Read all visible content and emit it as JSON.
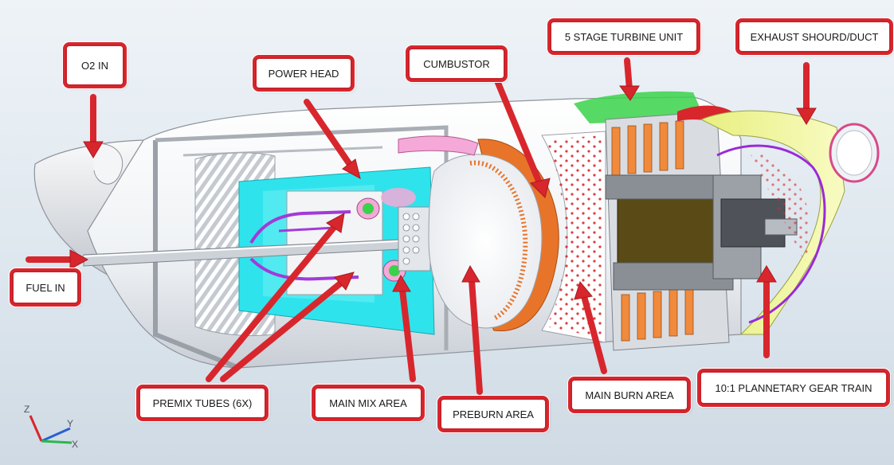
{
  "labels": {
    "o2_in": "O2 IN",
    "power_head": "POWER HEAD",
    "cumbustor": "CUMBUSTOR",
    "turbine_unit": "5 STAGE TURBINE UNIT",
    "exhaust": "EXHAUST SHOURD/DUCT",
    "fuel_in": "FUEL IN",
    "premix_tubes": "PREMIX TUBES (6X)",
    "main_mix": "MAIN MIX AREA",
    "preburn": "PREBURN AREA",
    "main_burn": "MAIN BURN AREA",
    "gear_train": "10:1 PLANNETARY GEAR TRAIN"
  },
  "triad": {
    "z": "Z",
    "y": "Y",
    "x": "X"
  },
  "colors": {
    "callout_border": "#d8262d",
    "arrow": "#d8262d",
    "intake_cyan": "#2fe3ec",
    "combustor_orange": "#e8742a",
    "exhaust_yellow": "#f1f59a",
    "turbine_orange": "#f08a3c",
    "premix_purple": "#a23ad8",
    "pink": "#f4a9d8",
    "green_ring": "#39d24a"
  }
}
